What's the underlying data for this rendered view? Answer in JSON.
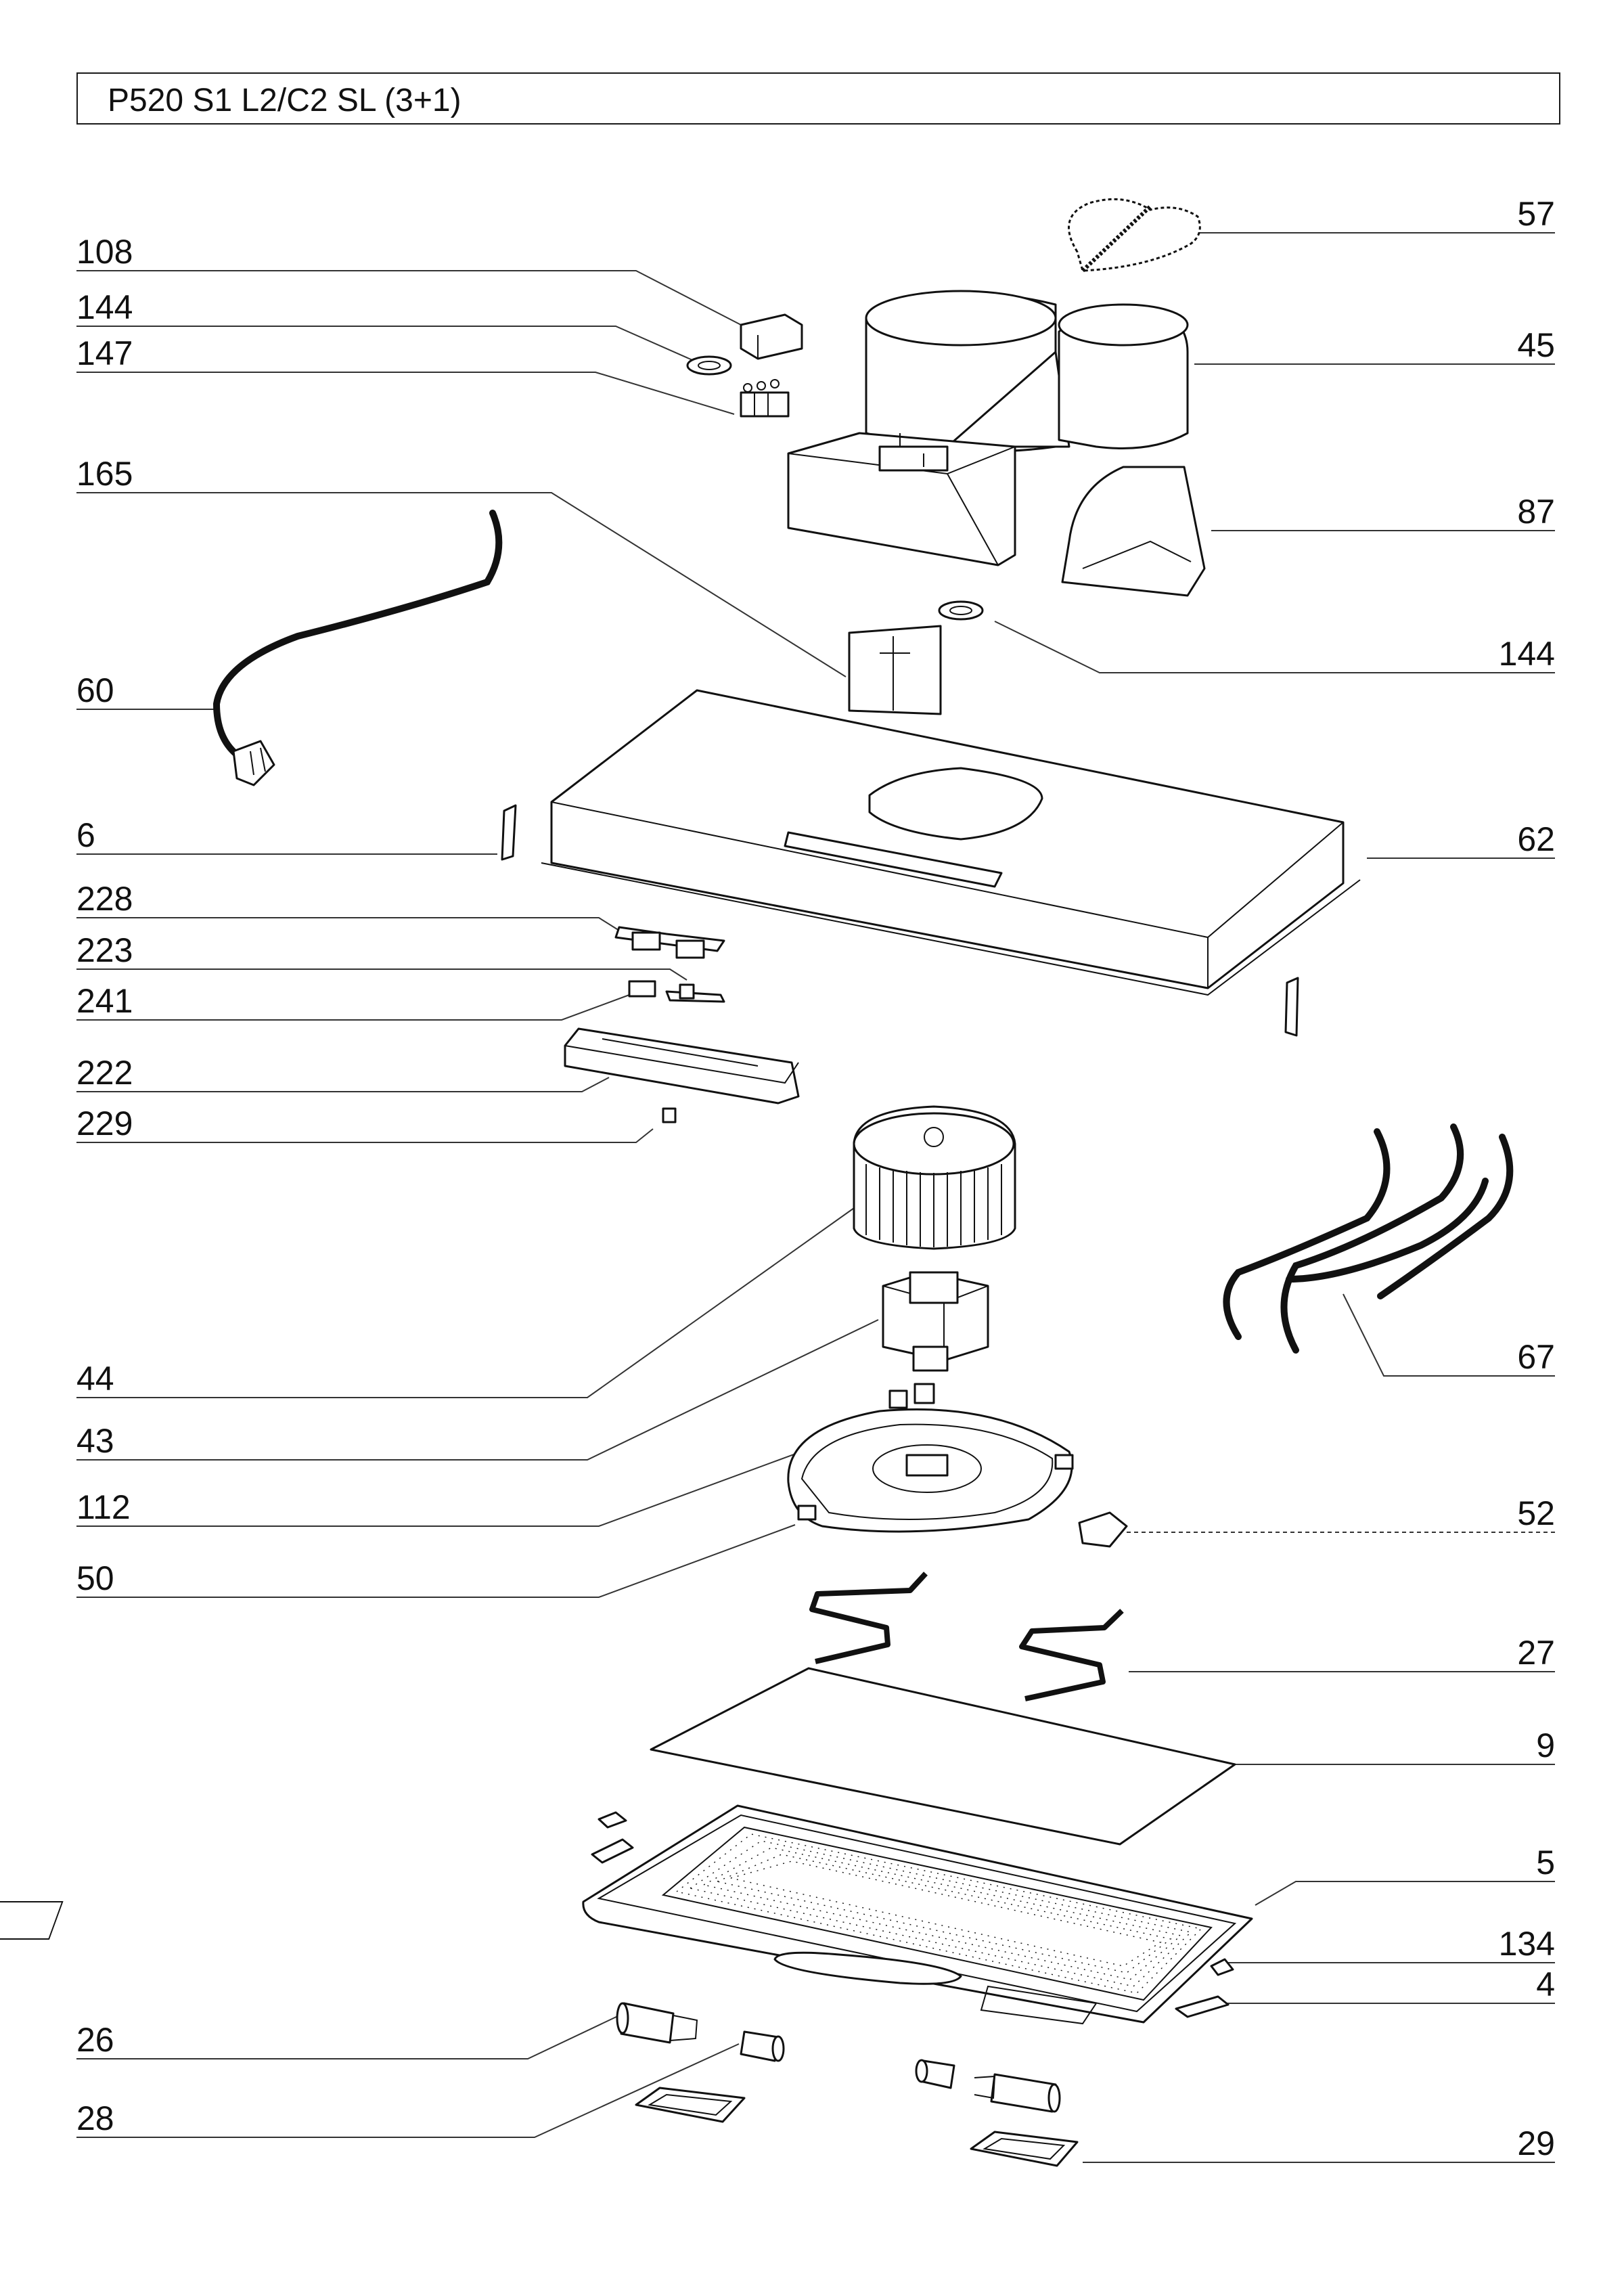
{
  "title": "P520 S1 L2/C2 SL (3+1)",
  "callouts": [
    {
      "id": "57",
      "label": "57"
    },
    {
      "id": "108",
      "label": "108"
    },
    {
      "id": "144a",
      "label": "144"
    },
    {
      "id": "147",
      "label": "147"
    },
    {
      "id": "45",
      "label": "45"
    },
    {
      "id": "165",
      "label": "165"
    },
    {
      "id": "87",
      "label": "87"
    },
    {
      "id": "144b",
      "label": "144"
    },
    {
      "id": "60",
      "label": "60"
    },
    {
      "id": "6",
      "label": "6"
    },
    {
      "id": "62",
      "label": "62"
    },
    {
      "id": "228",
      "label": "228"
    },
    {
      "id": "223",
      "label": "223"
    },
    {
      "id": "241",
      "label": "241"
    },
    {
      "id": "222",
      "label": "222"
    },
    {
      "id": "229",
      "label": "229"
    },
    {
      "id": "44",
      "label": "44"
    },
    {
      "id": "67",
      "label": "67"
    },
    {
      "id": "43",
      "label": "43"
    },
    {
      "id": "112",
      "label": "112"
    },
    {
      "id": "52",
      "label": "52"
    },
    {
      "id": "50",
      "label": "50"
    },
    {
      "id": "27",
      "label": "27"
    },
    {
      "id": "9",
      "label": "9"
    },
    {
      "id": "5",
      "label": "5"
    },
    {
      "id": "134",
      "label": "134"
    },
    {
      "id": "4",
      "label": "4"
    },
    {
      "id": "26",
      "label": "26"
    },
    {
      "id": "28",
      "label": "28"
    },
    {
      "id": "29",
      "label": "29"
    }
  ]
}
